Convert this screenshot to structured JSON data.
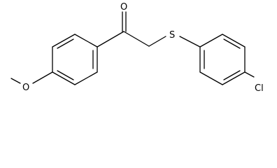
{
  "molecule": {
    "atom_labels": {
      "carbonyl_oxygen": "O",
      "sulfur": "S",
      "methoxy_oxygen": "O",
      "chlorine": "Cl"
    }
  }
}
